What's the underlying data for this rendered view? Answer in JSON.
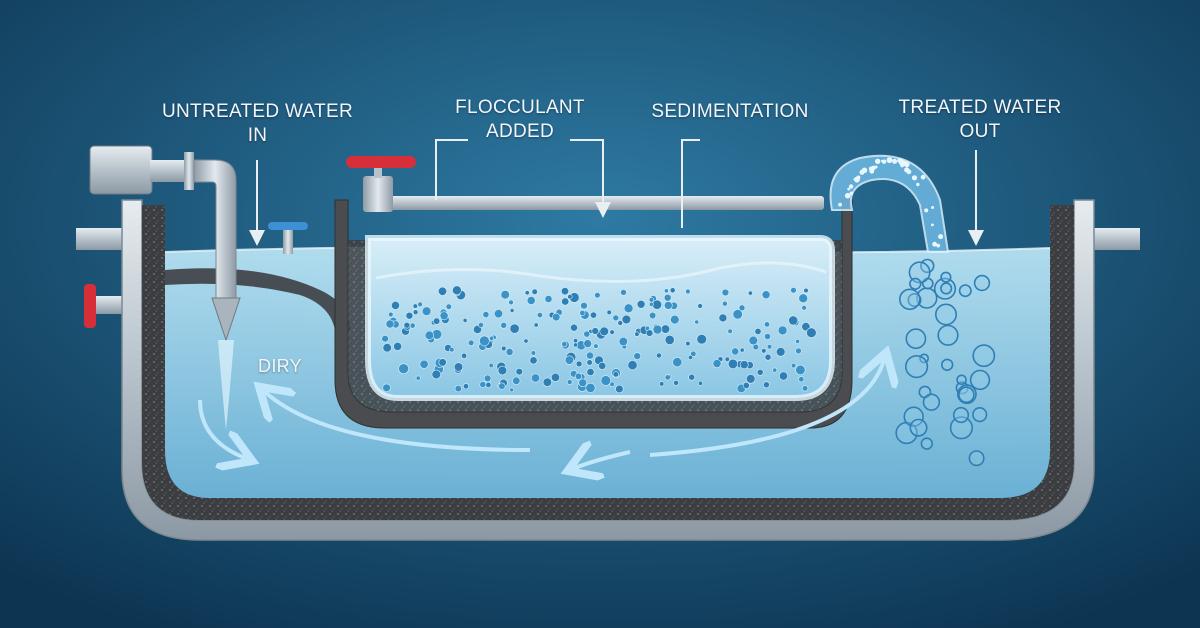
{
  "labels": {
    "untreated_in": [
      "UNTREATED WATER",
      "IN"
    ],
    "flocculant": [
      "FLOCCULANT",
      "ADDED"
    ],
    "sedimentation": "SEDIMENTATION",
    "treated_out": [
      "TREATED WATER",
      "OUT"
    ],
    "dirty": "DIRY"
  },
  "colors": {
    "background_center": "#2e7aa3",
    "background_edge": "#0d3552",
    "water": "#9dd3ec",
    "tank_metal": "#c9d3db",
    "sediment": "#3f3f3f",
    "valve_red": "#d62f3a",
    "flow_arrow": "#bfe6fb"
  }
}
